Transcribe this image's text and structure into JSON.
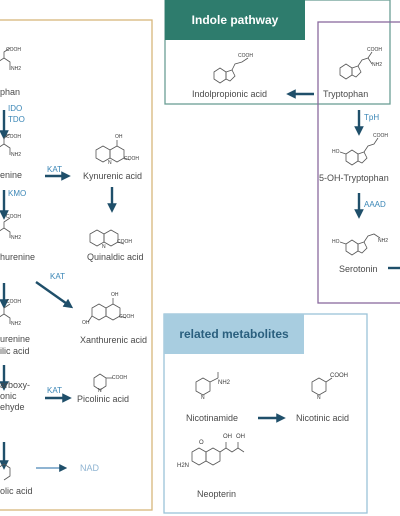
{
  "colors": {
    "kynurenine_box": "#d7b77b",
    "indole_header": "#2e7c6d",
    "indole_box": "#6b9f94",
    "serotonin_box": "#8a6a9f",
    "related_header": "#a8cde0",
    "related_box": "#9cc3d8",
    "arrow": "#1f4f6a",
    "enzyme_text": "#3a86b6",
    "nad_text": "#8fb4d2"
  },
  "headers": {
    "indole": "Indole pathway",
    "related": "related metabolites"
  },
  "kynurenine_pathway": {
    "tryptophan_fragment": "phan",
    "enzyme_ido": "IDO",
    "enzyme_tdo": "TDO",
    "kynurenine_fragment": "enine",
    "enzyme_kat_1": "KAT",
    "kynurenic_acid": "Kynurenic acid",
    "enzyme_kmo": "KMO",
    "quinaldic_acid": "Quinaldic acid",
    "hydroxykynurenine_fragment": "hurenine",
    "enzyme_kat_2": "KAT",
    "xanthurenic_acid": "Xanthurenic acid",
    "haa_line1": "urenine",
    "haa_line2": "ilic acid",
    "acms_line1": "arboxy-",
    "acms_line2": "onic",
    "acms_line3": "ehyde",
    "enzyme_kat_3": "KAT",
    "picolinic_acid": "Picolinic acid",
    "nad": "NAD",
    "quinolinic_fragment": "olic acid"
  },
  "indole_pathway": {
    "indolpropionic_acid": "Indolpropionic acid",
    "tryptophan": "Tryptophan",
    "enzyme_tph": "TpH",
    "hydroxytryptophan": "5-OH-Tryptophan",
    "enzyme_aaad": "AAAD",
    "serotonin": "Serotonin"
  },
  "related_metabolites": {
    "nicotinamide": "Nicotinamide",
    "nicotinic_acid": "Nicotinic acid",
    "neopterin": "Neopterin"
  },
  "structure_labels": {
    "cooh": "COOH",
    "nh2": "NH2",
    "oh": "OH",
    "ho": "HO",
    "n": "N",
    "h2n": "H2N",
    "conh2": "NH2",
    "o": "O"
  }
}
